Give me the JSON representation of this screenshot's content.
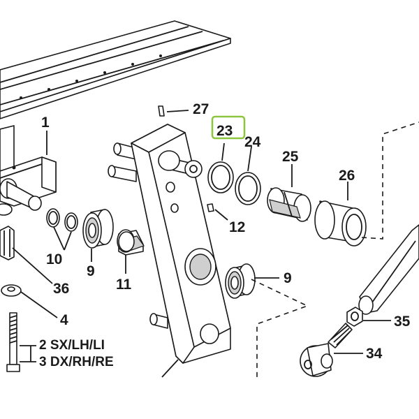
{
  "diagram": {
    "highlight_color": "#8cc63f",
    "highlighted_part": "23",
    "callouts": {
      "c1": "1",
      "c27": "27",
      "c23": "23",
      "c24": "24",
      "c25": "25",
      "c26": "26",
      "c12": "12",
      "c10": "10",
      "c9a": "9",
      "c11": "11",
      "c9b": "9",
      "c36": "36",
      "c4": "4",
      "c2": "2 SX/LH/LI",
      "c3": "3 DX/RH/RE",
      "c35": "35",
      "c34": "34"
    }
  }
}
